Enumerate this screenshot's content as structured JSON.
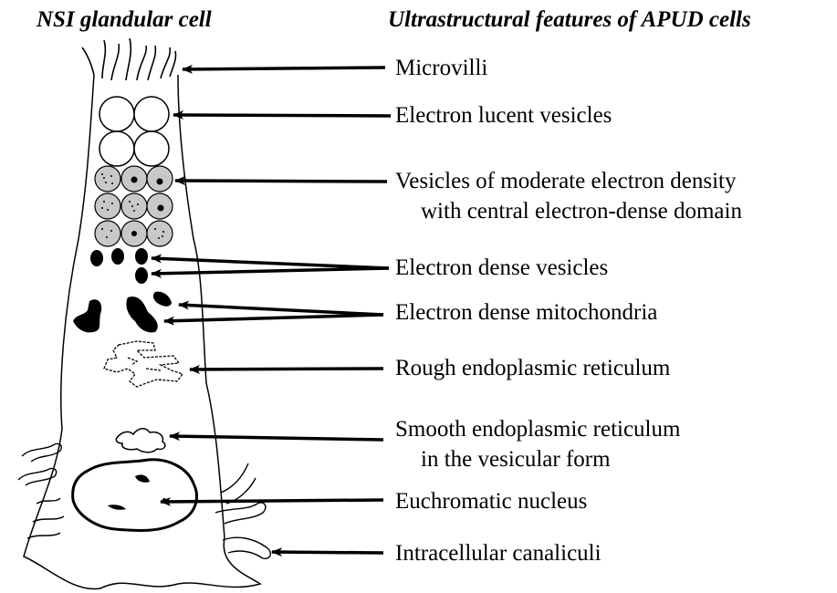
{
  "left_title": "NSI glandular cell",
  "right_title": "Ultrastructural features of APUD cells",
  "labels": [
    {
      "key": "microvilli",
      "lines": [
        "Microvilli"
      ]
    },
    {
      "key": "lucent",
      "lines": [
        "Electron lucent vesicles"
      ]
    },
    {
      "key": "moderate",
      "lines": [
        "Vesicles of moderate electron density",
        "with central electron-dense domain"
      ]
    },
    {
      "key": "dense_vesicles",
      "lines": [
        "Electron dense vesicles"
      ]
    },
    {
      "key": "mitochondria",
      "lines": [
        "Electron dense mitochondria"
      ]
    },
    {
      "key": "rough_er",
      "lines": [
        "Rough endoplasmic reticulum"
      ]
    },
    {
      "key": "smooth_er",
      "lines": [
        "Smooth endoplasmic reticulum",
        "in the vesicular form"
      ]
    },
    {
      "key": "nucleus",
      "lines": [
        "Euchromatic nucleus"
      ]
    },
    {
      "key": "canaliculi",
      "lines": [
        "Intracellular canaliculi"
      ]
    }
  ],
  "colors": {
    "ink": "#000000",
    "vesicle_gray": "#c8c8c8",
    "background": "#ffffff"
  }
}
